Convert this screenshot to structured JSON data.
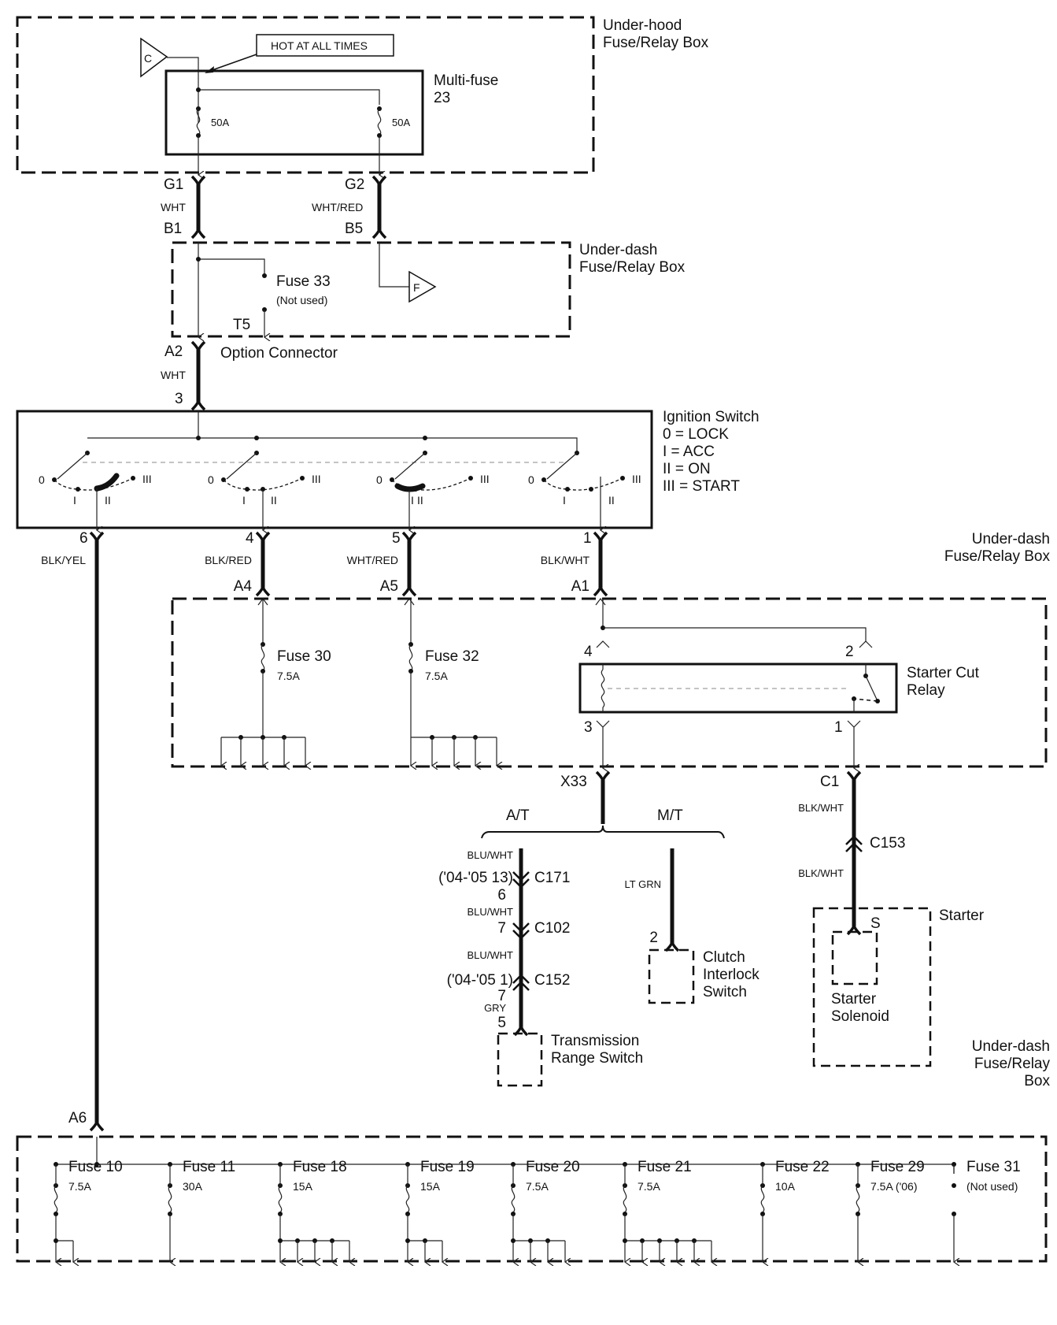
{
  "under_hood_box": {
    "title_line1": "Under-hood",
    "title_line2": "Fuse/Relay Box",
    "source_marker": "C",
    "hot_label": "HOT AT ALL TIMES",
    "multifuse_line1": "Multi-fuse",
    "multifuse_line2": "23",
    "fuse_left_rating": "50A",
    "fuse_right_rating": "50A"
  },
  "wires_top": {
    "g1": "G1",
    "g1_color": "WHT",
    "b1": "B1",
    "g2": "G2",
    "g2_color": "WHT/RED",
    "b5": "B5"
  },
  "under_dash_box_1": {
    "title_line1": "Under-dash",
    "title_line2": "Fuse/Relay Box",
    "fuse_name": "Fuse 33",
    "fuse_note": "(Not used)",
    "terminal": "T5",
    "marker": "F"
  },
  "option_connector": {
    "a2": "A2",
    "label": "Option Connector",
    "wire_color": "WHT",
    "pin": "3"
  },
  "ignition_switch": {
    "title": "Ignition Switch",
    "legend": [
      "0 = LOCK",
      "I = ACC",
      "II = ON",
      "III = START"
    ],
    "positions": [
      "0",
      "I",
      "II",
      "III"
    ],
    "outputs": [
      {
        "pin": "6",
        "color": "BLK/YEL"
      },
      {
        "pin": "4",
        "color": "BLK/RED",
        "dest": "A4"
      },
      {
        "pin": "5",
        "color": "WHT/RED",
        "dest": "A5"
      },
      {
        "pin": "1",
        "color": "BLK/WHT",
        "dest": "A1"
      }
    ]
  },
  "under_dash_box_2": {
    "title_line1": "Under-dash",
    "title_line2": "Fuse/Relay Box",
    "fuse30_name": "Fuse 30",
    "fuse30_rating": "7.5A",
    "fuse32_name": "Fuse 32",
    "fuse32_rating": "7.5A",
    "relay_line1": "Starter Cut",
    "relay_line2": "Relay",
    "relay_pins": {
      "p4": "4",
      "p2": "2",
      "p3": "3",
      "p1": "1"
    },
    "x33": "X33",
    "c1": "C1"
  },
  "transmission": {
    "at_label": "A/T",
    "mt_label": "M/T",
    "at_wire": [
      {
        "color": "BLU/WHT"
      },
      {
        "connector": "C171",
        "left_note": "('04-'05 13)",
        "pin_below": "6"
      },
      {
        "color": "BLU/WHT"
      },
      {
        "connector": "C102",
        "pin": "7"
      },
      {
        "color": "BLU/WHT"
      },
      {
        "connector": "C152",
        "left_note": "('04-'05 1)",
        "pin_below": "7"
      },
      {
        "color": "GRY"
      },
      {
        "pin": "5"
      }
    ],
    "trs_line1": "Transmission",
    "trs_line2": "Range Switch",
    "mt_color": "LT GRN",
    "mt_pin": "2",
    "clutch_line1": "Clutch",
    "clutch_line2": "Interlock",
    "clutch_line3": "Switch"
  },
  "starter": {
    "c1_color": "BLK/WHT",
    "connector": "C153",
    "c153_color": "BLK/WHT",
    "terminal": "S",
    "title": "Starter",
    "solenoid_line1": "Starter",
    "solenoid_line2": "Solenoid"
  },
  "under_dash_box_3": {
    "title_line1": "Under-dash",
    "title_line2": "Fuse/Relay",
    "title_line3": "Box",
    "a6": "A6",
    "fuses": [
      {
        "name": "Fuse 10",
        "rating": "7.5A"
      },
      {
        "name": "Fuse 11",
        "rating": "30A"
      },
      {
        "name": "Fuse 18",
        "rating": "15A"
      },
      {
        "name": "Fuse 19",
        "rating": "15A"
      },
      {
        "name": "Fuse 20",
        "rating": "7.5A"
      },
      {
        "name": "Fuse 21",
        "rating": "7.5A"
      },
      {
        "name": "Fuse 22",
        "rating": "10A"
      },
      {
        "name": "Fuse 29",
        "rating": "7.5A ('06)"
      },
      {
        "name": "Fuse 31",
        "rating": "(Not used)"
      }
    ]
  }
}
